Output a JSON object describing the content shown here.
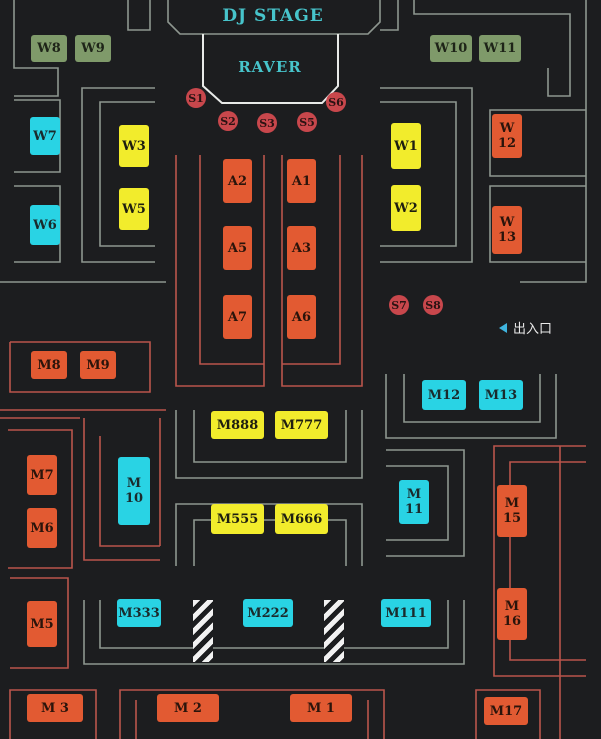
{
  "stage": {
    "dj_label": "DJ STAGE",
    "raver_label": "RAVER"
  },
  "exit": {
    "label": "出入口",
    "icon": "left-triangle-icon"
  },
  "colors": {
    "background": "#1c1d1f",
    "wall_light": "#8d968f",
    "wall_red": "#b9554c",
    "olive_table": "#7f9a6a",
    "cyan_table": "#29d3e4",
    "yellow_table": "#f2ec2c",
    "orange_table": "#e25a32",
    "stool": "#c8474c",
    "stage_text": "#47c4cb",
    "exit_icon": "#3fb4de"
  },
  "tables": {
    "W8": "W8",
    "W9": "W9",
    "W10": "W10",
    "W11": "W11",
    "W7": "W7",
    "W6": "W6",
    "W3": "W3",
    "W5": "W5",
    "W1": "W1",
    "W2": "W2",
    "W12": "W\n12",
    "W13": "W\n13",
    "A2": "A2",
    "A1": "A1",
    "A5": "A5",
    "A3": "A3",
    "A7": "A7",
    "A6": "A6",
    "M8": "M8",
    "M9": "M9",
    "M12": "M12",
    "M13": "M13",
    "M888": "M888",
    "M777": "M777",
    "M555": "M555",
    "M666": "M666",
    "M7": "M7",
    "M6": "M6",
    "M5": "M5",
    "M10": "M\n10",
    "M11": "M\n11",
    "M15": "M\n15",
    "M16": "M\n16",
    "M333": "M333",
    "M222": "M222",
    "M111": "M111",
    "M3": "M 3",
    "M2": "M 2",
    "M1": "M 1",
    "M17": "M17"
  },
  "stools": {
    "S1": "S1",
    "S2": "S2",
    "S3": "S3",
    "S5": "S5",
    "S6": "S6",
    "S7": "S7",
    "S8": "S8"
  }
}
